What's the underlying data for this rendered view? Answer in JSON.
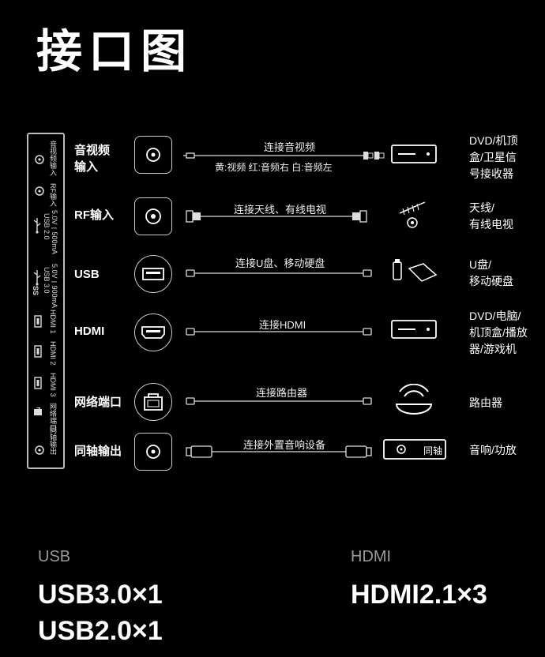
{
  "title": "接口图",
  "panel_labels": [
    "音视频输入",
    "RF输入",
    "USB 2.0",
    "5.0V⎓500mA",
    "USB 3.0",
    "5.0V⎓900mA",
    "HDMI 1",
    "HDMI 2",
    "HDMI 3",
    "网络端口",
    "同轴输出"
  ],
  "panel_ss_mark": "SS",
  "rows": [
    {
      "label": [
        "音视频",
        "输入"
      ],
      "cable": "连接音视频",
      "cable_sub": "黄:视频  红:音频右  白:音频左",
      "device": [
        "DVD/机顶",
        "盒/卫星信",
        "号接收器"
      ],
      "port_icon": "av-port-icon",
      "device_icon": "set-top-box-icon"
    },
    {
      "label": [
        "RF输入"
      ],
      "cable": "连接天线、有线电视",
      "device": [
        "天线/",
        "有线电视"
      ],
      "port_icon": "rf-port-icon",
      "device_icon": "antenna-icon"
    },
    {
      "label": [
        "USB"
      ],
      "cable": "连接U盘、移动硬盘",
      "device": [
        "U盘/",
        "移动硬盘"
      ],
      "port_icon": "usb-port-icon",
      "device_icon": "usb-drive-icon"
    },
    {
      "label": [
        "HDMI"
      ],
      "cable": "连接HDMI",
      "device": [
        "DVD/电脑/",
        "机顶盒/播放",
        "器/游戏机"
      ],
      "port_icon": "hdmi-port-icon",
      "device_icon": "player-box-icon"
    },
    {
      "label": [
        "网络端口"
      ],
      "cable": "连接路由器",
      "device": [
        "路由器"
      ],
      "port_icon": "ethernet-port-icon",
      "device_icon": "router-icon"
    },
    {
      "label": [
        "同轴输出"
      ],
      "cable": "连接外置音响设备",
      "device": [
        "音响/功放"
      ],
      "port_icon": "coaxial-port-icon",
      "device_icon": "amplifier-icon",
      "device_badge": "同轴"
    }
  ],
  "specs": [
    {
      "head": "USB",
      "values": [
        "USB3.0×1",
        "USB2.0×1"
      ]
    },
    {
      "head": "HDMI",
      "values": [
        "HDMI2.1×3"
      ]
    }
  ]
}
